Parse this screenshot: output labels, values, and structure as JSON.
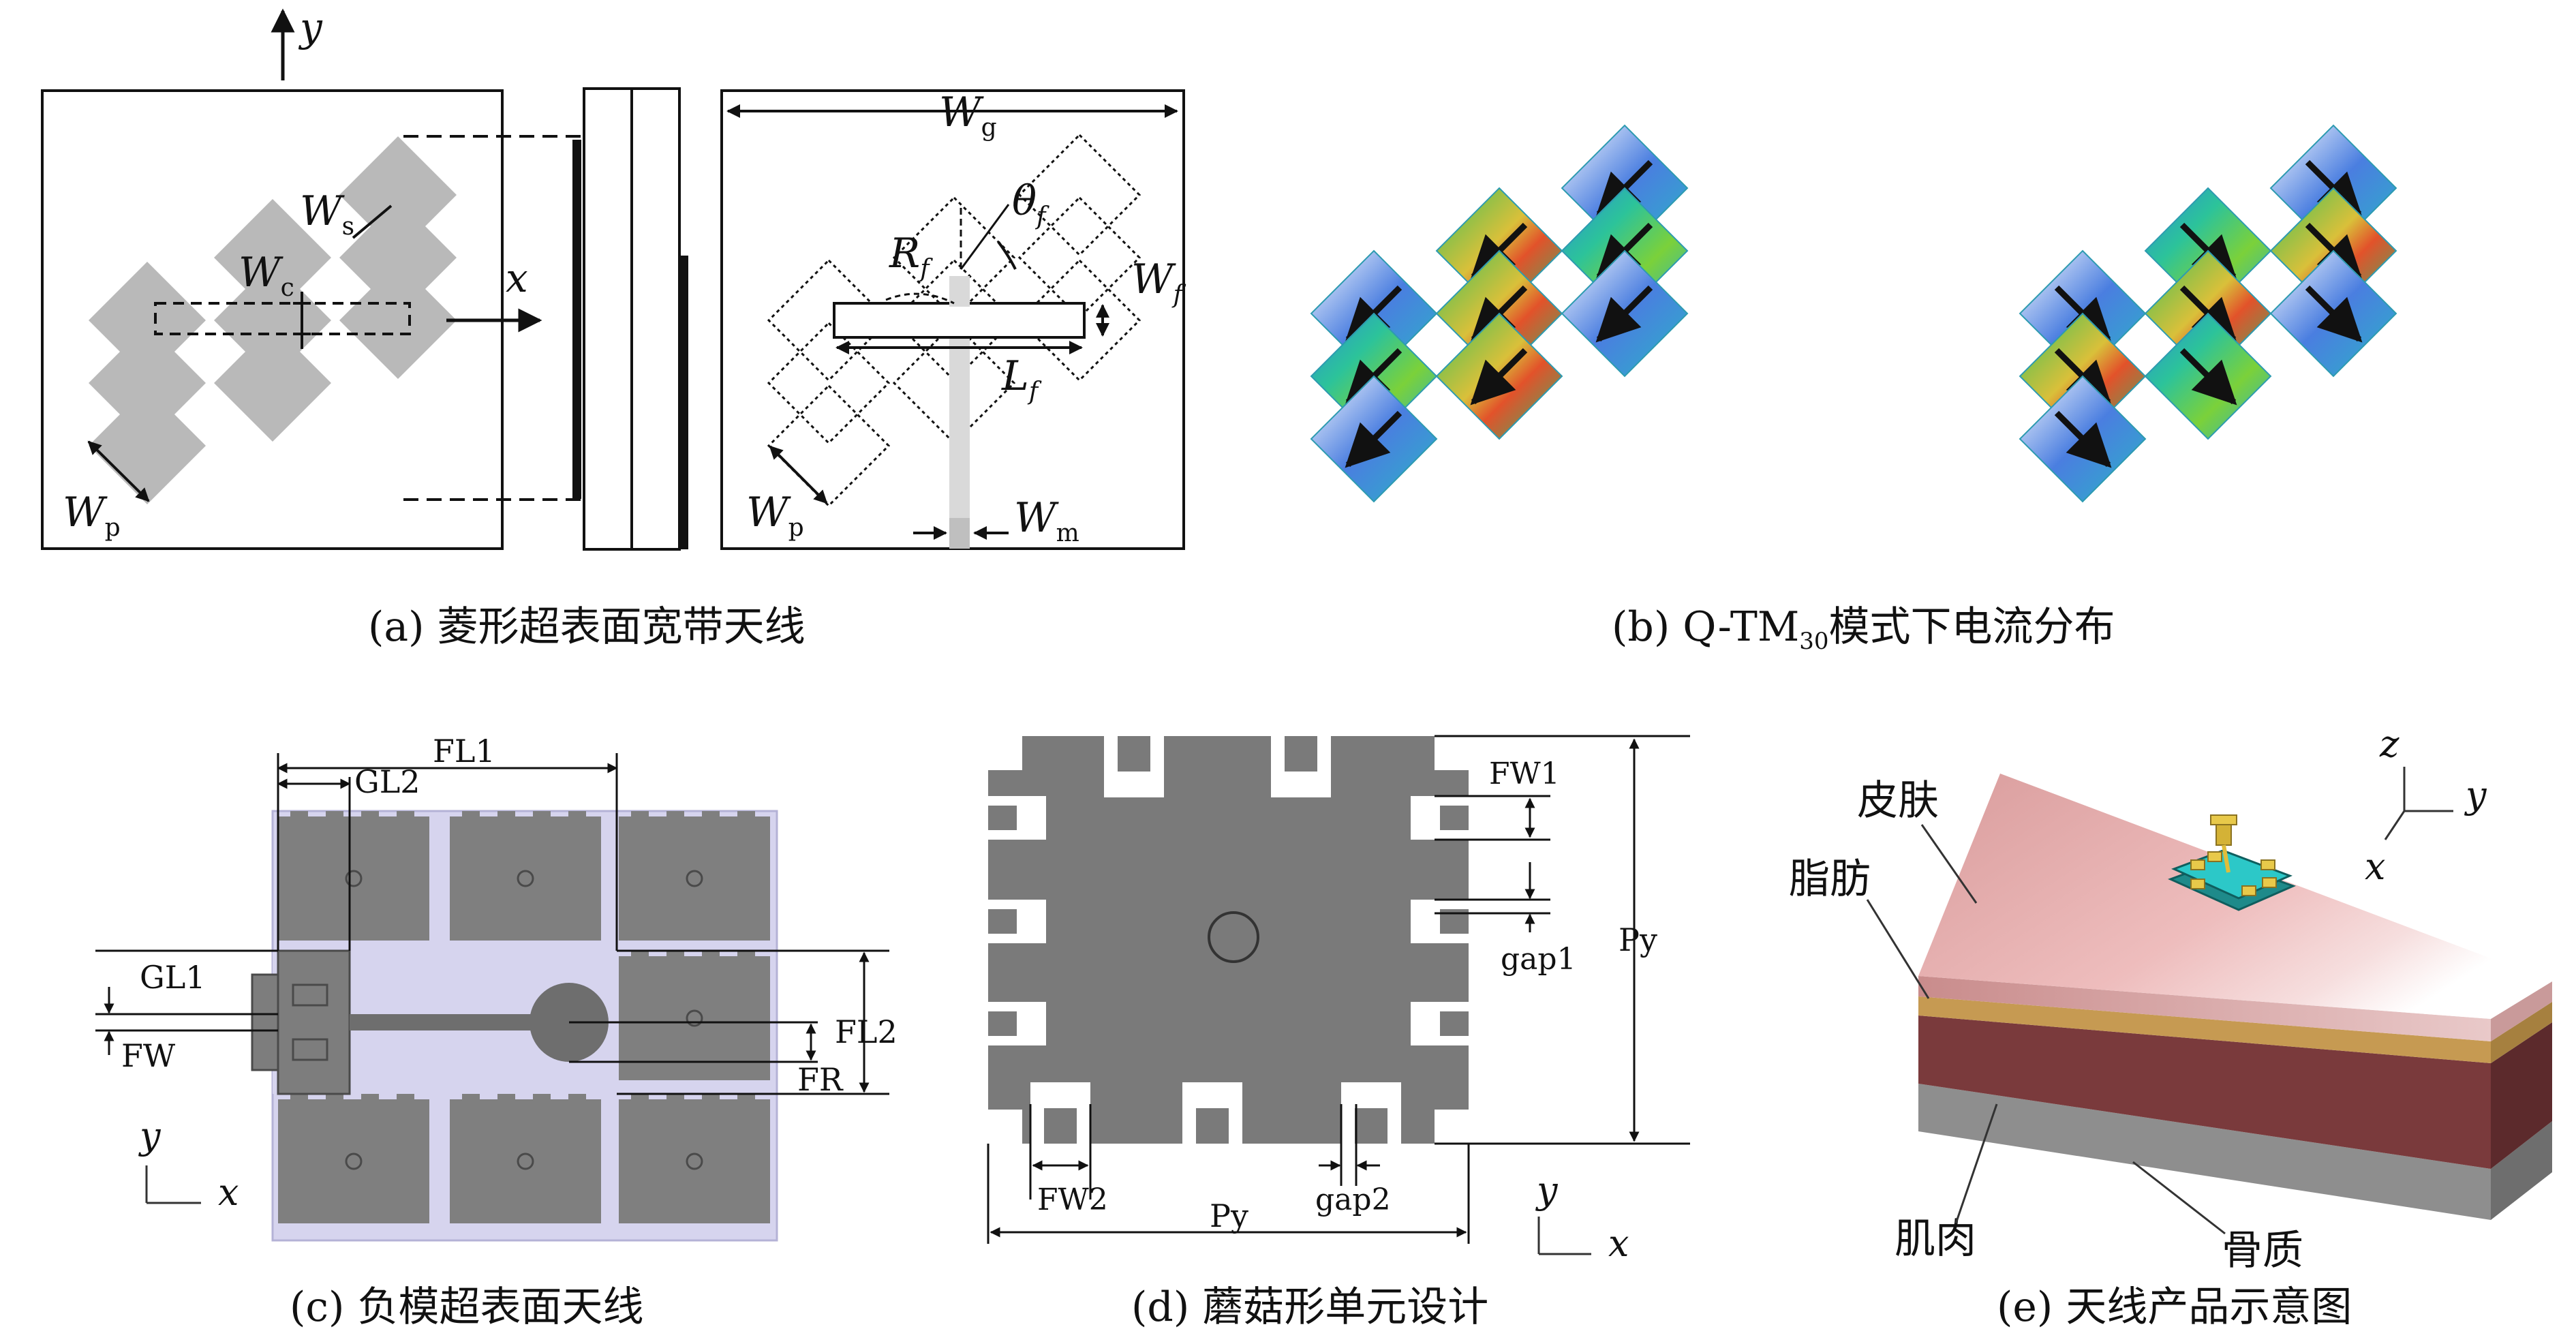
{
  "captions": {
    "a": "(a) 菱形超表面宽带天线",
    "b_prefix": "(b) Q-TM",
    "b_sub": "30",
    "b_suffix": "模式下电流分布",
    "c": "(c) 负模超表面天线",
    "d": "(d) 蘑菇形单元设计",
    "e": "(e) 天线产品示意图"
  },
  "panel_a": {
    "axis_y": "y",
    "axis_x": "x",
    "ws": "W",
    "ws_sub": "s",
    "wc": "W",
    "wc_sub": "c",
    "wp": "W",
    "wp_sub": "p",
    "wg": "W",
    "wg_sub": "g",
    "rf": "R",
    "rf_sub": "f",
    "theta": "θ",
    "theta_sub": "f",
    "wf": "W",
    "wf_sub": "f",
    "lf": "L",
    "lf_sub": "f",
    "wp2": "W",
    "wp2_sub": "p",
    "wm": "W",
    "wm_sub": "m"
  },
  "panel_c": {
    "fl1": "FL1",
    "gl2": "GL2",
    "gl1": "GL1",
    "fw": "FW",
    "fl2": "FL2",
    "fr": "FR",
    "axis_y": "y",
    "axis_x": "x"
  },
  "panel_d": {
    "fw1": "FW1",
    "gap1": "gap1",
    "py_v": "Py",
    "fw2": "FW2",
    "gap2": "gap2",
    "py_h": "Py",
    "axis_y": "y",
    "axis_x": "x"
  },
  "panel_e": {
    "skin": "皮肤",
    "fat": "脂肪",
    "muscle": "肌肉",
    "bone": "骨质",
    "axis_z": "z",
    "axis_y": "y",
    "axis_x": "x"
  },
  "colors": {
    "patch_gray": "#b9b9b9",
    "metal_dark": "#707070",
    "substrate_lavender": "#d6d4ee",
    "skin": "#e7b3b3",
    "fat": "#c69a52",
    "muscle": "#7a3a3c",
    "bone": "#8e8e8e"
  }
}
